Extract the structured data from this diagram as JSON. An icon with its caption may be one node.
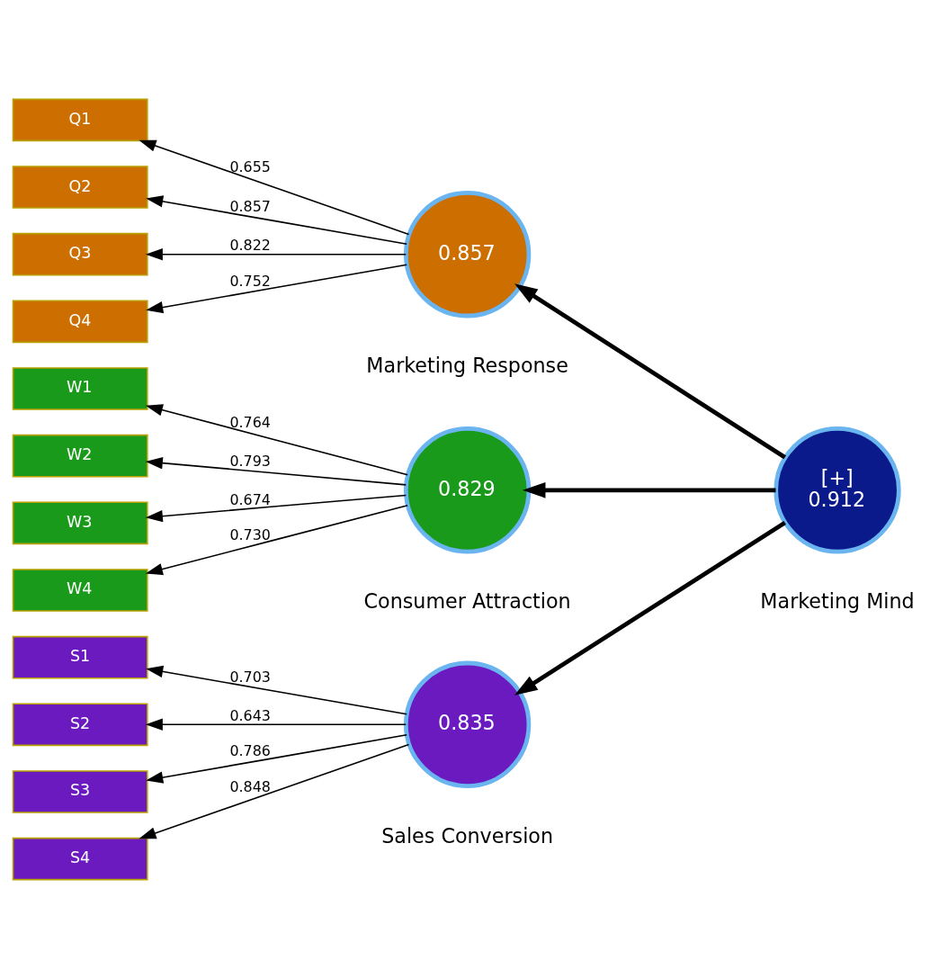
{
  "diagram": {
    "nodes": [
      {
        "text": [
          "0.857"
        ],
        "beside": [
          "Marketing Response"
        ]
      },
      {
        "text": [
          "Q1"
        ]
      },
      {
        "text": [
          "Q2"
        ]
      },
      {
        "text": [
          "Q3"
        ]
      },
      {
        "text": [
          "Q4"
        ]
      },
      {
        "text": [
          "W1"
        ]
      },
      {
        "text": [
          "W2"
        ]
      },
      {
        "text": [
          "W3"
        ]
      },
      {
        "text": [
          "W4"
        ]
      },
      {
        "text": [
          "0.829"
        ],
        "beside": [
          "Consumer Attraction"
        ]
      },
      {
        "text": [
          "[+]",
          "0.912"
        ],
        "beside": [
          "Marketing Mind"
        ]
      },
      {
        "text": [
          "0.835"
        ],
        "beside": [
          "Sales Conversion"
        ]
      },
      {
        "text": [
          "S1"
        ]
      },
      {
        "text": [
          "S2"
        ]
      },
      {
        "text": [
          "S3"
        ]
      },
      {
        "text": [
          "S4"
        ]
      }
    ],
    "edges": [
      {
        "from": 0,
        "to": 1,
        "arrow": "to",
        "label": "0.655"
      },
      {
        "from": 0,
        "to": 2,
        "arrow": "to",
        "label": "0.857"
      },
      {
        "from": 0,
        "to": 3,
        "arrow": "to",
        "label": "0.822"
      },
      {
        "from": 0,
        "to": 4,
        "arrow": "to",
        "label": "0.752"
      },
      {
        "from": 9,
        "to": 5,
        "arrow": "to",
        "label": "0.764"
      },
      {
        "from": 9,
        "to": 6,
        "arrow": "to",
        "label": "0.793"
      },
      {
        "from": 9,
        "to": 7,
        "arrow": "to",
        "label": "0.674"
      },
      {
        "from": 9,
        "to": 8,
        "arrow": "to",
        "label": "0.730"
      },
      {
        "from": 10,
        "to": 0,
        "arrow": "to",
        "style": "thick"
      },
      {
        "from": 10,
        "to": 9,
        "arrow": "to",
        "style": "thick"
      },
      {
        "from": 10,
        "to": 11,
        "arrow": "to",
        "style": "thick"
      },
      {
        "from": 11,
        "to": 12,
        "arrow": "to",
        "label": "0.703"
      },
      {
        "from": 11,
        "to": 13,
        "arrow": "to",
        "label": "0.643"
      },
      {
        "from": 11,
        "to": 14,
        "arrow": "to",
        "label": "0.786"
      },
      {
        "from": 11,
        "to": 15,
        "arrow": "to",
        "label": "0.848"
      }
    ]
  }
}
